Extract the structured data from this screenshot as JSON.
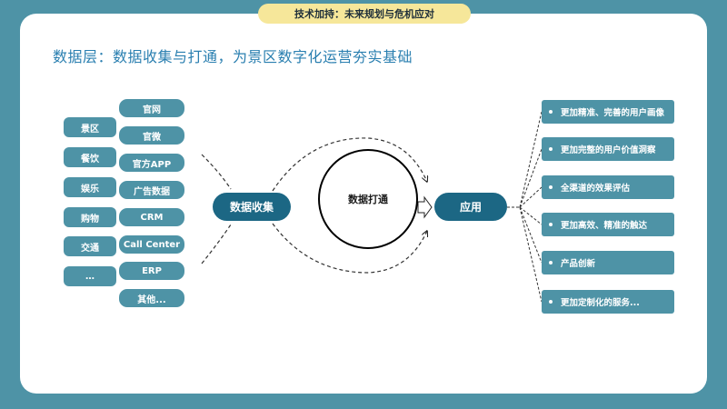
{
  "header": {
    "tab_label": "技术加持：未来规划与危机应对"
  },
  "slide": {
    "title": "数据层：数据收集与打通，为景区数字化运营夯实基础"
  },
  "diagram": {
    "scene_items": [
      "景区",
      "餐饮",
      "娱乐",
      "购物",
      "交通",
      "…"
    ],
    "sources": [
      "官网",
      "官微",
      "官方APP",
      "广告数据",
      "CRM",
      "Call Center",
      "ERP",
      "其他..."
    ],
    "collect_label": "数据收集",
    "connect_label": "数据打通",
    "apply_label": "应用",
    "outputs": [
      "更加精准、完善的用户画像",
      "更加完整的用户价值洞察",
      "全渠道的效果评估",
      "更加高效、精准的触达",
      "产品创新",
      "更加定制化的服务..."
    ]
  },
  "colors": {
    "accent": "#4e93a6",
    "dark": "#1c6784",
    "tab": "#f6e79a",
    "title": "#2a7fb0"
  }
}
